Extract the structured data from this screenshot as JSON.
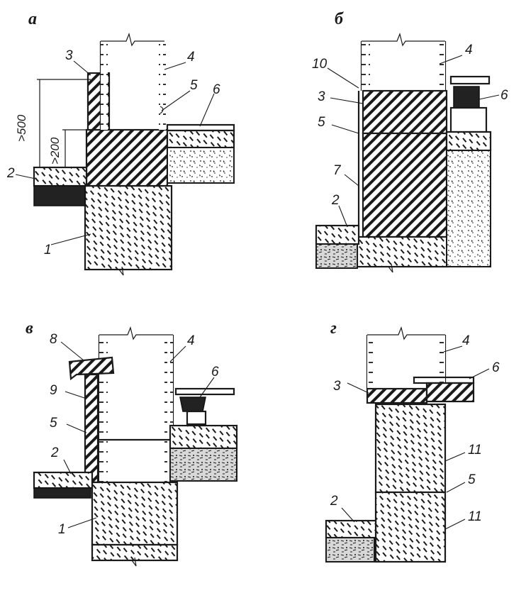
{
  "panels": [
    {
      "letter": "а"
    },
    {
      "letter": "б"
    },
    {
      "letter": "в"
    },
    {
      "letter": "г"
    }
  ],
  "panel_a": {
    "dim_outer": ">500",
    "dim_inner": ">200",
    "callouts": [
      "1",
      "2",
      "3",
      "4",
      "5",
      "6"
    ]
  },
  "panel_b": {
    "callouts": [
      "2",
      "3",
      "4",
      "5",
      "6",
      "7",
      "10"
    ]
  },
  "panel_v": {
    "callouts": [
      "1",
      "2",
      "4",
      "5",
      "6",
      "8",
      "9"
    ]
  },
  "panel_g": {
    "callouts": [
      "2",
      "3",
      "4",
      "5",
      "6",
      "11",
      "11"
    ]
  },
  "colors": {
    "ink": "#1a1a1a",
    "paper": "#ffffff"
  }
}
